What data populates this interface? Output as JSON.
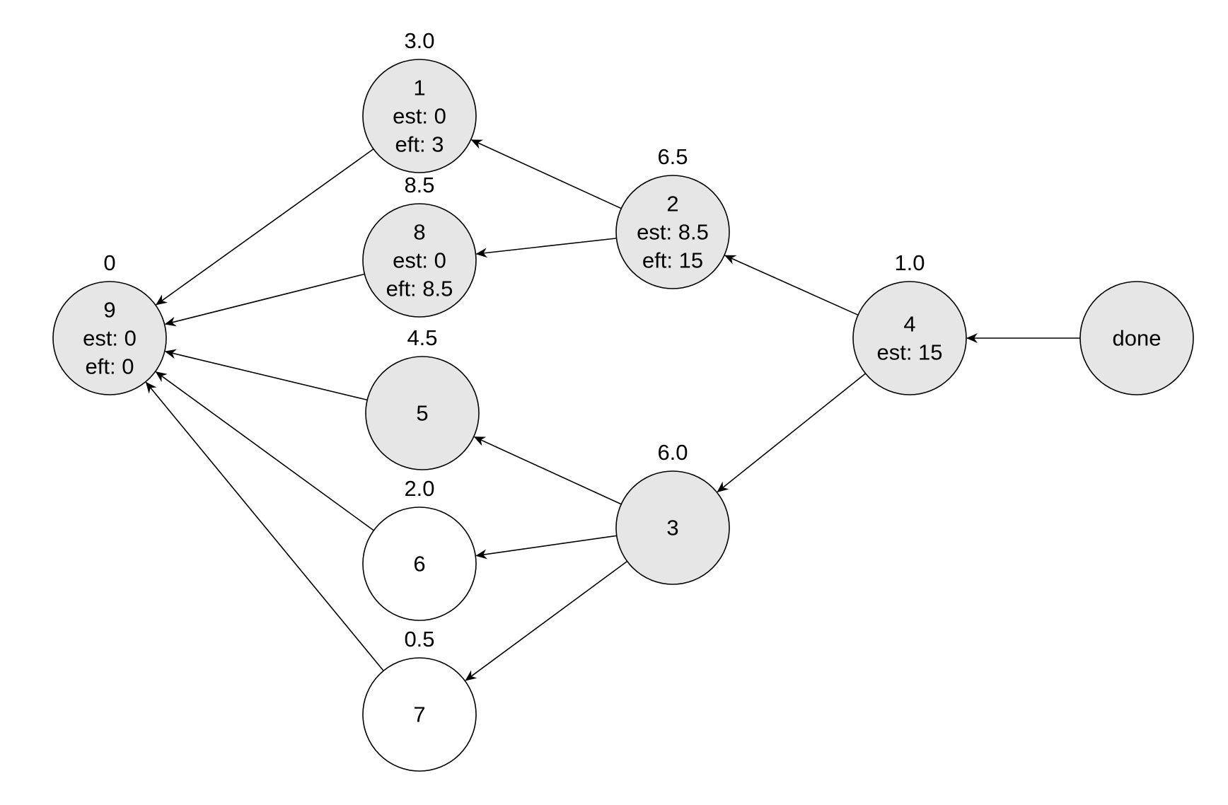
{
  "colors": {
    "filled": "#e6e6e6",
    "empty": "#ffffff",
    "stroke": "#000000"
  },
  "nodes": [
    {
      "id": "9",
      "weight": "0",
      "lines": [
        "9",
        "est: 0",
        "eft: 0"
      ],
      "fill": "filled"
    },
    {
      "id": "1",
      "weight": "3.0",
      "lines": [
        "1",
        "est: 0",
        "eft: 3"
      ],
      "fill": "filled"
    },
    {
      "id": "8",
      "weight": "8.5",
      "lines": [
        "8",
        "est: 0",
        "eft: 8.5"
      ],
      "fill": "filled"
    },
    {
      "id": "5",
      "weight": "4.5",
      "lines": [
        "5"
      ],
      "fill": "filled"
    },
    {
      "id": "6",
      "weight": "2.0",
      "lines": [
        "6"
      ],
      "fill": "empty"
    },
    {
      "id": "7",
      "weight": "0.5",
      "lines": [
        "7"
      ],
      "fill": "empty"
    },
    {
      "id": "2",
      "weight": "6.5",
      "lines": [
        "2",
        "est: 8.5",
        "eft: 15"
      ],
      "fill": "filled"
    },
    {
      "id": "3",
      "weight": "6.0",
      "lines": [
        "3"
      ],
      "fill": "filled"
    },
    {
      "id": "4",
      "weight": "1.0",
      "lines": [
        "4",
        "est: 15"
      ],
      "fill": "filled"
    },
    {
      "id": "done",
      "weight": "",
      "lines": [
        "done"
      ],
      "fill": "filled"
    }
  ],
  "edges": [
    {
      "from": "done",
      "to": "4"
    },
    {
      "from": "4",
      "to": "2"
    },
    {
      "from": "4",
      "to": "3"
    },
    {
      "from": "2",
      "to": "1"
    },
    {
      "from": "2",
      "to": "8"
    },
    {
      "from": "3",
      "to": "5"
    },
    {
      "from": "3",
      "to": "6"
    },
    {
      "from": "3",
      "to": "7"
    },
    {
      "from": "1",
      "to": "9"
    },
    {
      "from": "8",
      "to": "9"
    },
    {
      "from": "5",
      "to": "9"
    },
    {
      "from": "6",
      "to": "9"
    },
    {
      "from": "7",
      "to": "9"
    }
  ]
}
